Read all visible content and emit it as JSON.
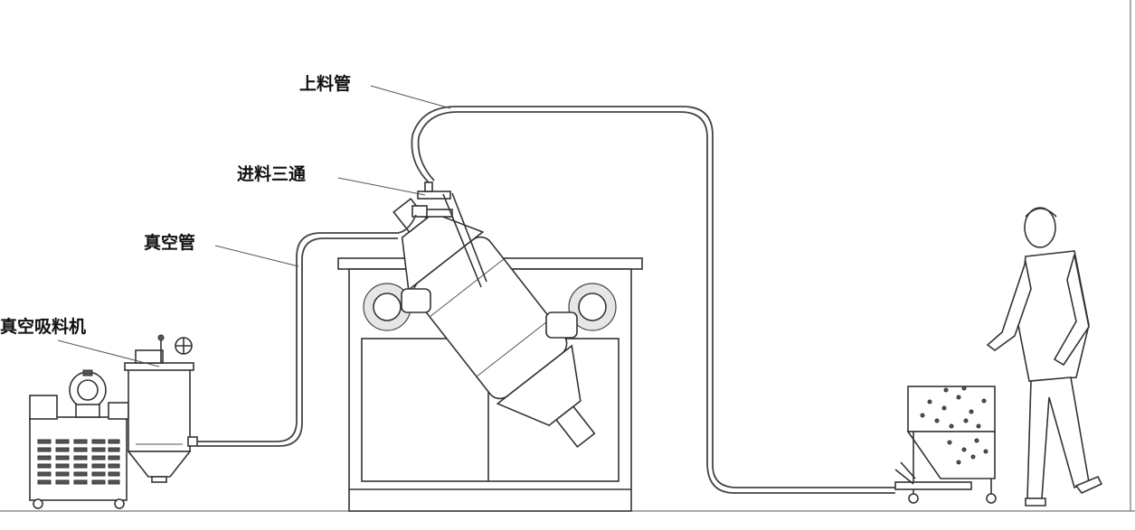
{
  "labels": {
    "upper_feed_pipe": "上料管",
    "feed_tee": "进料三通",
    "vacuum_pipe": "真空管",
    "vacuum_loader": "真空吸料机"
  }
}
